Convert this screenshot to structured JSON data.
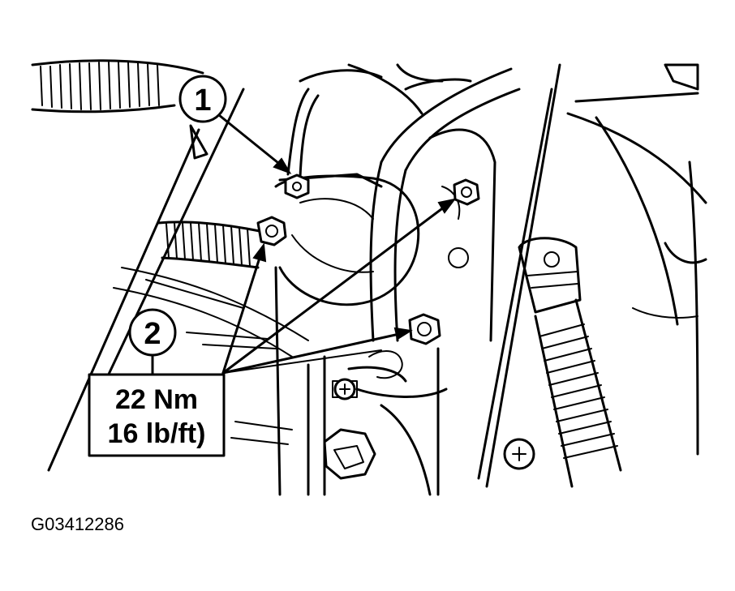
{
  "callouts": {
    "c1": "1",
    "c2": "2"
  },
  "torque_spec": {
    "metric": "22 Nm",
    "imperial": "16 lb/ft)"
  },
  "figure_id": "G03412286",
  "colors": {
    "ink": "#000000",
    "paper": "#ffffff"
  }
}
